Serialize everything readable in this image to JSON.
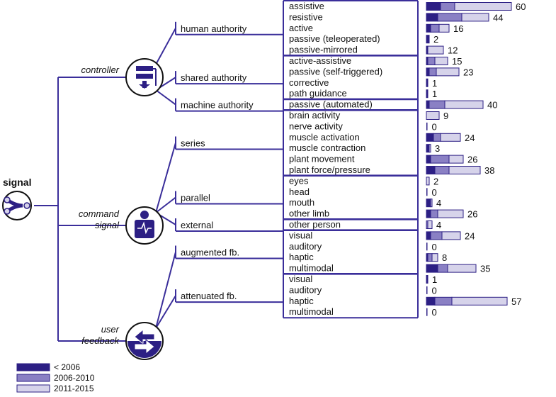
{
  "root_label": "signal",
  "colors": {
    "line": "#3a2e9a",
    "c1": "#2c1f84",
    "c2": "#8a80c4",
    "c3": "#d6d3ea"
  },
  "legend": [
    {
      "label": "< 2006",
      "color": "#2c1f84"
    },
    {
      "label": "2006-2010",
      "color": "#8a80c4"
    },
    {
      "label": "2011-2015",
      "color": "#d6d3ea"
    }
  ],
  "groups": [
    {
      "lines": [
        "controller"
      ],
      "icon": "flowchart-icon",
      "categories": [
        {
          "label": "human authority",
          "items": [
            {
              "label": "assistive",
              "total": 60,
              "parts": [
                10,
                10,
                40
              ]
            },
            {
              "label": "resistive",
              "total": 44,
              "parts": [
                8,
                17,
                19
              ]
            },
            {
              "label": "active",
              "total": 16,
              "parts": [
                3,
                6,
                7
              ]
            },
            {
              "label": "passive (teleoperated)",
              "total": 2,
              "parts": [
                2,
                0,
                0
              ]
            },
            {
              "label": "passive-mirrored",
              "total": 12,
              "parts": [
                1,
                0,
                11
              ]
            }
          ]
        },
        {
          "label": "shared authority",
          "items": [
            {
              "label": "active-assistive",
              "total": 15,
              "parts": [
                1,
                5,
                9
              ]
            },
            {
              "label": "passive (self-triggered)",
              "total": 23,
              "parts": [
                2,
                5,
                16
              ]
            },
            {
              "label": "corrective",
              "total": 1,
              "parts": [
                1,
                0,
                0
              ]
            },
            {
              "label": "path guidance",
              "total": 1,
              "parts": [
                1,
                0,
                0
              ]
            }
          ]
        },
        {
          "label": "machine authority",
          "items": [
            {
              "label": "passive (automated)",
              "total": 40,
              "parts": [
                2,
                11,
                27
              ]
            }
          ]
        }
      ]
    },
    {
      "lines": [
        "command",
        "signal"
      ],
      "icon": "person-heartbeat-icon",
      "categories": [
        {
          "label": "series",
          "items": [
            {
              "label": "brain activity",
              "total": 9,
              "parts": [
                0,
                0,
                9
              ]
            },
            {
              "label": "nerve activity",
              "total": 0,
              "parts": [
                0,
                0,
                0
              ]
            },
            {
              "label": "muscle activation",
              "total": 24,
              "parts": [
                5,
                5,
                14
              ]
            },
            {
              "label": "muscle contraction",
              "total": 3,
              "parts": [
                2,
                0,
                1
              ]
            },
            {
              "label": "plant movement",
              "total": 26,
              "parts": [
                3,
                13,
                10
              ]
            },
            {
              "label": "plant force/pressure",
              "total": 38,
              "parts": [
                6,
                10,
                22
              ]
            }
          ]
        },
        {
          "label": "parallel",
          "items": [
            {
              "label": "eyes",
              "total": 2,
              "parts": [
                0,
                0,
                2
              ]
            },
            {
              "label": "head",
              "total": 0,
              "parts": [
                0,
                0,
                0
              ]
            },
            {
              "label": "mouth",
              "total": 4,
              "parts": [
                3,
                0,
                1
              ]
            },
            {
              "label": "other limb",
              "total": 26,
              "parts": [
                3,
                5,
                18
              ]
            }
          ]
        },
        {
          "label": "external",
          "items": [
            {
              "label": "other person",
              "total": 4,
              "parts": [
                0,
                1,
                3
              ]
            }
          ]
        }
      ]
    },
    {
      "lines": [
        "user",
        "feedback"
      ],
      "icon": "feedback-arrows-icon",
      "categories": [
        {
          "label": "augmented fb.",
          "items": [
            {
              "label": "visual",
              "total": 24,
              "parts": [
                3,
                8,
                13
              ]
            },
            {
              "label": "auditory",
              "total": 0,
              "parts": [
                0,
                0,
                0
              ]
            },
            {
              "label": "haptic",
              "total": 8,
              "parts": [
                1,
                3,
                4
              ]
            },
            {
              "label": "multimodal",
              "total": 35,
              "parts": [
                8,
                7,
                20
              ]
            }
          ]
        },
        {
          "label": "attenuated fb.",
          "items": [
            {
              "label": "visual",
              "total": 1,
              "parts": [
                1,
                0,
                0
              ]
            },
            {
              "label": "auditory",
              "total": 0,
              "parts": [
                0,
                0,
                0
              ]
            },
            {
              "label": "haptic",
              "total": 57,
              "parts": [
                6,
                12,
                39
              ]
            },
            {
              "label": "multimodal",
              "total": 0,
              "parts": [
                0,
                0,
                0
              ]
            }
          ]
        }
      ]
    }
  ]
}
